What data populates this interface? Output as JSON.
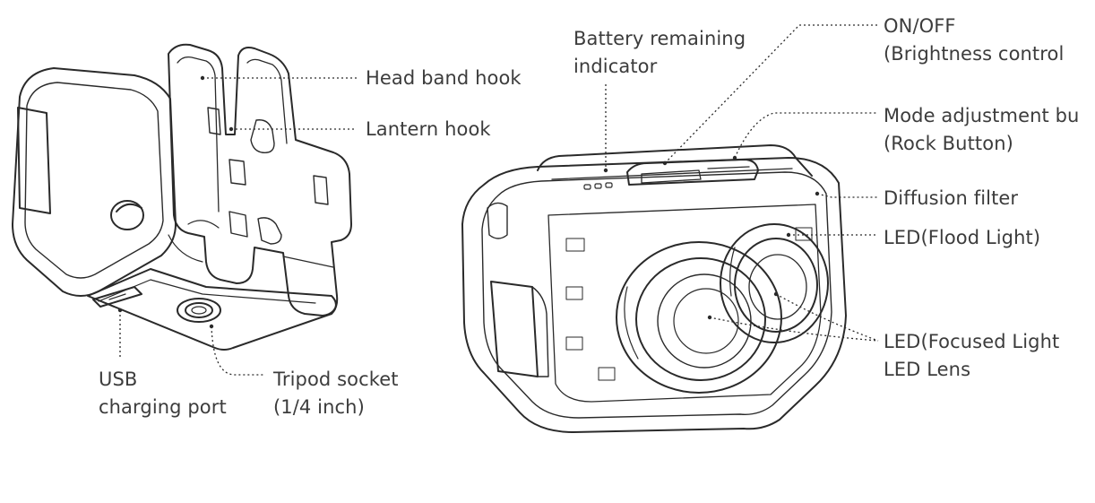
{
  "colors": {
    "ink": "#3c3c3c",
    "line": "#2a2a2a",
    "background": "#ffffff"
  },
  "labels": {
    "head_band_hook": "Head band hook",
    "lantern_hook": "Lantern hook",
    "usb_line1": "USB",
    "usb_line2": "charging port",
    "tripod_line1": "Tripod socket",
    "tripod_line2": "(1/4 inch)",
    "battery_line1": "Battery remaining",
    "battery_line2": "indicator",
    "onoff_line1": "ON/OFF",
    "onoff_line2": "(Brightness control",
    "mode_line1": "Mode adjustment bu",
    "mode_line2": "(Rock Button)",
    "diffusion": "Diffusion filter",
    "flood": "LED(Flood Light)",
    "focused": "LED(Focused Light",
    "lens": "LED Lens"
  }
}
